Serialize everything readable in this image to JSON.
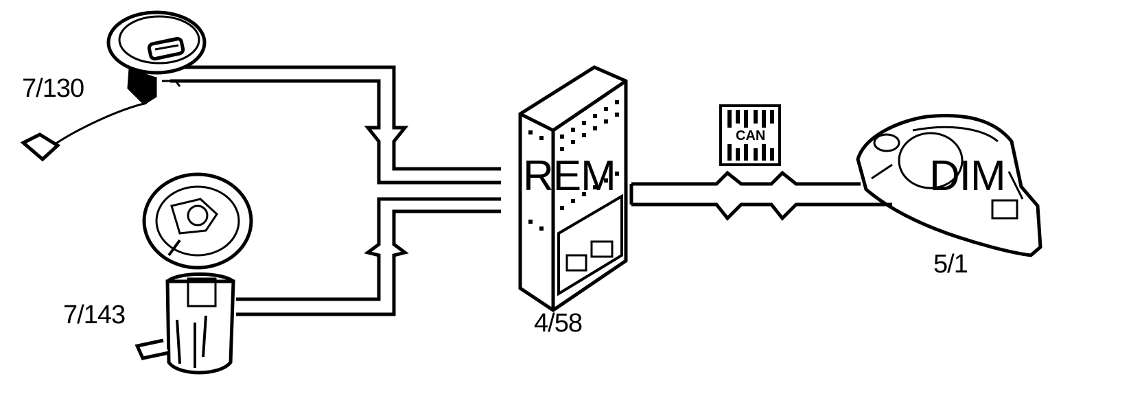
{
  "components": {
    "fuel_level_sensor": {
      "label": "7/130"
    },
    "fuel_pump_module": {
      "label": "7/143"
    },
    "rear_module": {
      "label": "4/58",
      "name": "REM"
    },
    "instrument_cluster": {
      "label": "5/1",
      "name": "DIM"
    }
  },
  "bus": {
    "label": "CAN"
  },
  "colors": {
    "line": "#000000",
    "background": "#ffffff"
  }
}
